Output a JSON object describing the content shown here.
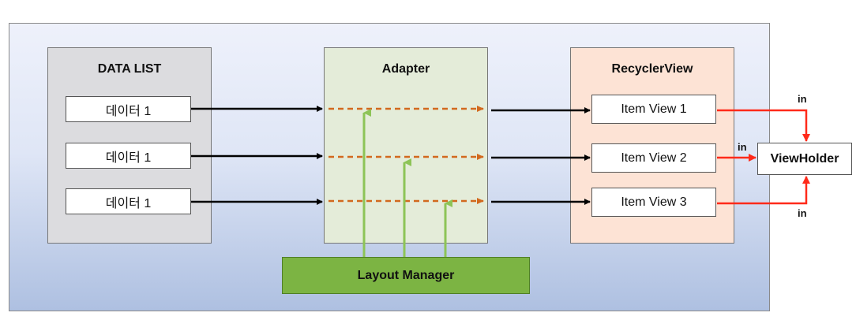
{
  "data_list": {
    "title": "DATA LIST",
    "items": [
      "데이터 1",
      "데이터 1",
      "데이터 1"
    ]
  },
  "adapter": {
    "title": "Adapter"
  },
  "recycler_view": {
    "title": "RecyclerView",
    "items": [
      "Item View 1",
      "Item View 2",
      "Item View 3"
    ]
  },
  "layout_manager": {
    "label": "Layout Manager"
  },
  "view_holder": {
    "label": "ViewHolder"
  },
  "in_labels": [
    "in",
    "in",
    "in"
  ],
  "colors": {
    "data_panel": "#dcdcdf",
    "adapter_panel": "#e4ecd9",
    "recycler_panel": "#fde3d5",
    "layout_manager": "#7cb443",
    "green_arrow": "#8dc457",
    "orange_dashed": "#d2691e",
    "red_arrow": "#ff2a1a",
    "black_arrow": "#000000"
  }
}
